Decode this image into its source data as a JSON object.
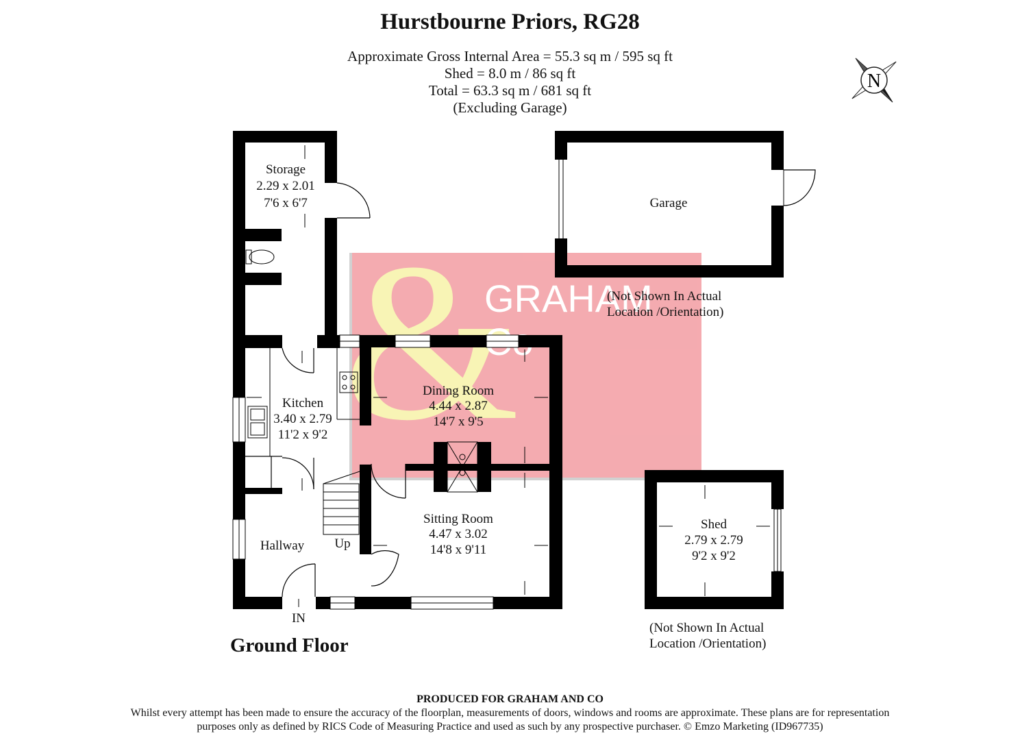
{
  "title": "Hurstbourne Priors, RG28",
  "areas": {
    "gross": "Approximate Gross Internal Area = 55.3 sq m / 595 sq ft",
    "shed": "Shed = 8.0 m / 86 sq ft",
    "total": "Total = 63.3 sq m / 681 sq ft",
    "excluding": "(Excluding Garage)"
  },
  "compass": {
    "label": "N"
  },
  "watermark": {
    "word1": "GRAHAM",
    "word2": "Co",
    "bg_color": "#f4a7ac",
    "amp_color": "#f8f4b2"
  },
  "rooms": {
    "storage": {
      "name": "Storage",
      "metric": "2.29 x 2.01",
      "imperial": "7'6 x 6'7"
    },
    "kitchen": {
      "name": "Kitchen",
      "metric": "3.40 x 2.79",
      "imperial": "11'2 x 9'2"
    },
    "dining": {
      "name": "Dining Room",
      "metric": "4.44 x 2.87",
      "imperial": "14'7 x 9'5"
    },
    "sitting": {
      "name": "Sitting Room",
      "metric": "4.47 x 3.02",
      "imperial": "14'8 x 9'11"
    },
    "hallway": {
      "name": "Hallway"
    },
    "stairs": {
      "label": "Up"
    },
    "entrance": {
      "label": "IN"
    },
    "garage": {
      "name": "Garage"
    },
    "shed": {
      "name": "Shed",
      "metric": "2.79 x 2.79",
      "imperial": "9'2 x 9'2"
    }
  },
  "notes": {
    "garage_line1": "(Not Shown In Actual",
    "garage_line2": "Location /Orientation)",
    "shed_line1": "(Not Shown In Actual",
    "shed_line2": "Location /Orientation)"
  },
  "floor_label": "Ground Floor",
  "footer": {
    "produced": "PRODUCED FOR GRAHAM AND CO",
    "line1": "Whilst every attempt has been made to ensure the accuracy of the floorplan, measurements of doors, windows and rooms are approximate. These plans are for representation",
    "line2": "purposes only as defined by RICS Code of Measuring Practice and used as such by any prospective purchaser. © Emzo Marketing (ID967735)"
  }
}
